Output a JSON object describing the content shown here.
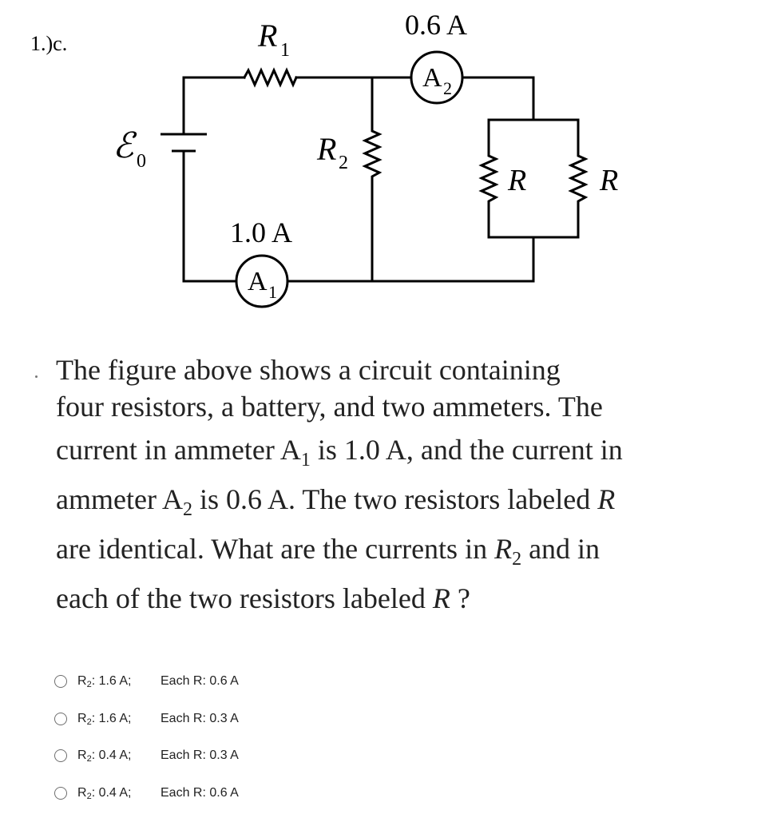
{
  "question_number": "1.)c.",
  "figure": {
    "emf_symbol": "ℰ",
    "emf_subscript": "0",
    "r1_label": "R",
    "r1_subscript": "1",
    "r2_label": "R",
    "r2_subscript": "2",
    "r_left_label": "R",
    "r_right_label": "R",
    "a1_label": "A",
    "a1_subscript": "1",
    "a2_label": "A",
    "a2_subscript": "2",
    "a1_reading": "1.0 A",
    "a2_reading": "0.6 A"
  },
  "question": {
    "line1": "The figure above shows a circuit containing",
    "line2": "four resistors, a battery, and two ammeters. The",
    "line3_part1": "current in ammeter A",
    "line3_sub": "1",
    "line3_part2": " is 1.0 A, and the current in",
    "line4_part1": "ammeter A",
    "line4_sub": "2",
    "line4_part2": " is 0.6 A. The two resistors labeled ",
    "line4_italic": "R",
    "line5_part1": "are identical. What are the currents in ",
    "line5_italic": "R",
    "line5_sub": "2",
    "line5_part2": " and in",
    "line6_part1": "each of the two resistors labeled ",
    "line6_italic": "R",
    "line6_part2": " ?"
  },
  "options": [
    {
      "r2_prefix": "R",
      "r2_sub": "2",
      "r2_value": ": 1.6 A;",
      "each_r": "Each R: 0.6 A"
    },
    {
      "r2_prefix": "R",
      "r2_sub": "2",
      "r2_value": ": 1.6 A;",
      "each_r": "Each R: 0.3 A"
    },
    {
      "r2_prefix": "R",
      "r2_sub": "2",
      "r2_value": ": 0.4 A;",
      "each_r": "Each R: 0.3 A"
    },
    {
      "r2_prefix": "R",
      "r2_sub": "2",
      "r2_value": ": 0.4 A;",
      "each_r": "Each R: 0.6 A"
    }
  ]
}
